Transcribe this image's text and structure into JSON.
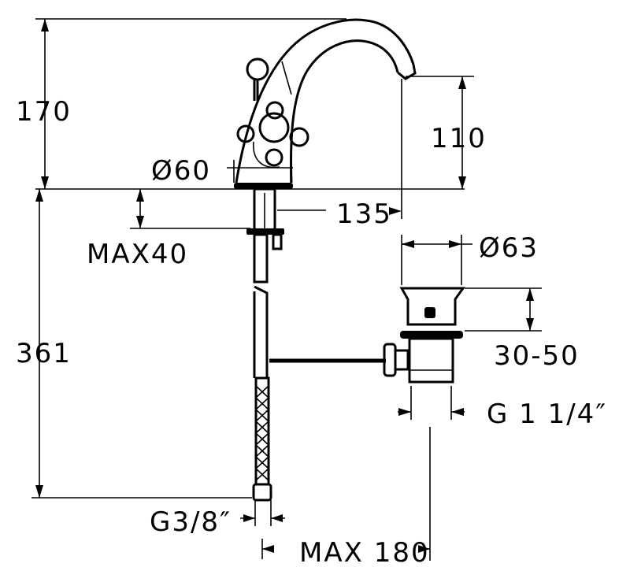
{
  "drawing": {
    "title": "Basin mixer with pop-up waste – dimension drawing",
    "dimensions": {
      "total_height": "170",
      "spout_height": "110",
      "base_diameter": "Ø60",
      "spout_reach": "135",
      "max_deck_thickness": "MAX40",
      "hose_length": "361",
      "waste_diameter": "Ø63",
      "waste_adjust_range": "30-50",
      "waste_thread": "G 1 1/4″",
      "hose_thread": "G3/8″",
      "max_rod_distance": "MAX 180"
    },
    "line_color": "#000000",
    "background_color": "#ffffff"
  }
}
